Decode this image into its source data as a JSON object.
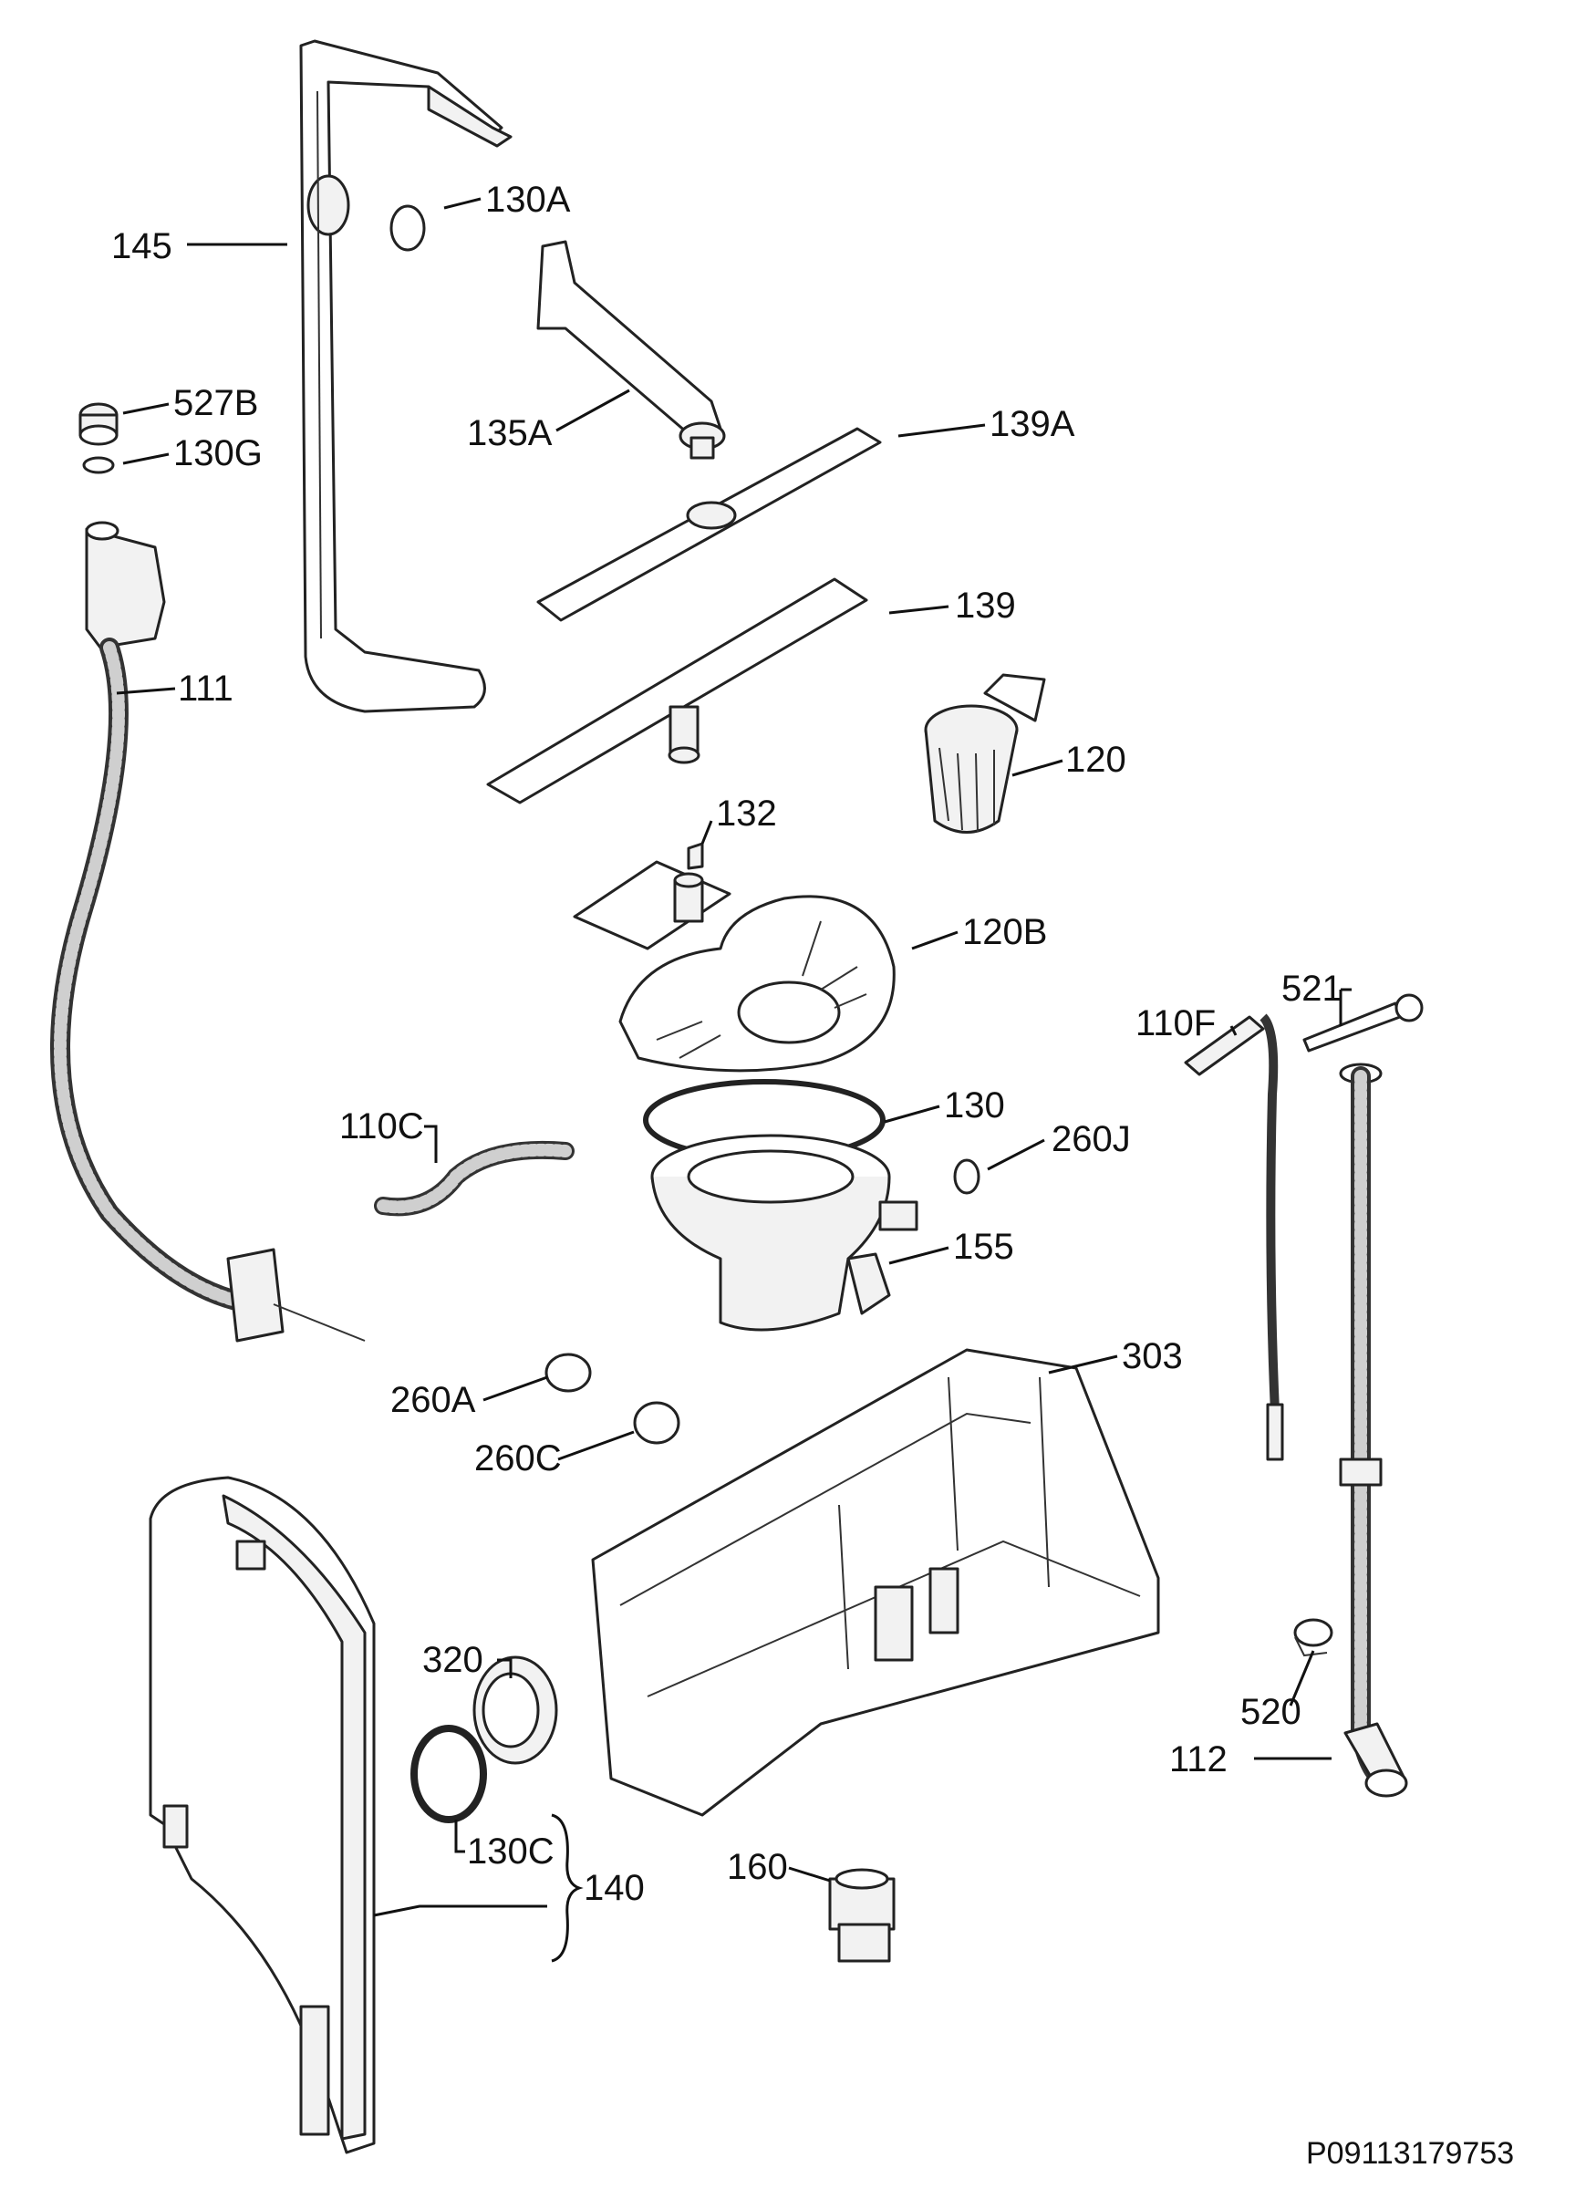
{
  "diagram": {
    "labels": {
      "l145": "145",
      "l130A": "130A",
      "l527B": "527B",
      "l130G": "130G",
      "l135A": "135A",
      "l139A": "139A",
      "l139": "139",
      "l111": "111",
      "l120": "120",
      "l132": "132",
      "l120B": "120B",
      "l521": "521",
      "l110F": "110F",
      "l110C": "110C",
      "l130": "130",
      "l260J": "260J",
      "l155": "155",
      "l303": "303",
      "l260A": "260A",
      "l260C": "260C",
      "l320": "320",
      "l520": "520",
      "l112": "112",
      "l130C": "130C",
      "l140": "140",
      "l160": "160"
    },
    "drawing_code": "P09113179753"
  }
}
